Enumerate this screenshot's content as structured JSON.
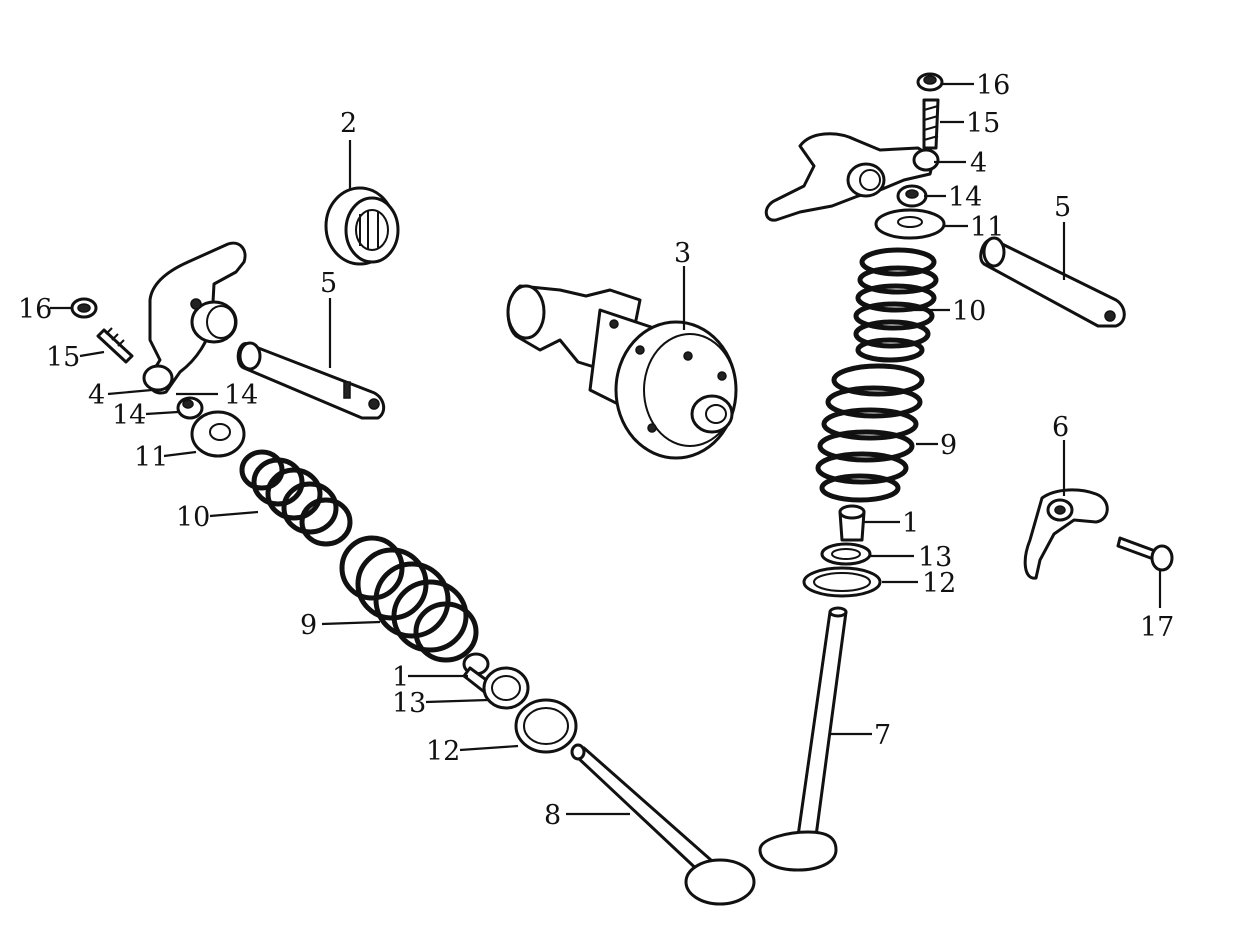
{
  "diagram": {
    "labels": {
      "left_16": "16",
      "left_15": "15",
      "left_4": "4",
      "left_14a": "14",
      "left_14b": "14",
      "left_11": "11",
      "left_10": "10",
      "left_9": "9",
      "left_1": "1",
      "left_13": "13",
      "left_12": "12",
      "left_8": "8",
      "left_5": "5",
      "bearing_2": "2",
      "camshaft_3": "3",
      "right_16": "16",
      "right_15": "15",
      "right_4": "4",
      "right_14": "14",
      "right_11": "11",
      "right_5": "5",
      "right_10": "10",
      "right_9": "9",
      "right_1": "1",
      "right_13": "13",
      "right_12": "12",
      "right_7": "7",
      "right_6": "6",
      "right_17": "17"
    }
  }
}
